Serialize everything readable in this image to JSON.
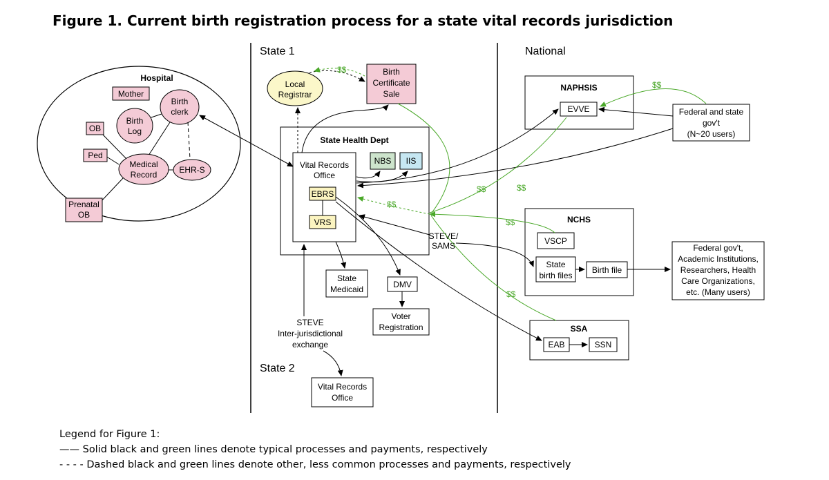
{
  "title": "Figure 1. Current birth registration process for a state vital records jurisdiction",
  "regions": {
    "state1": "State 1",
    "national": "National",
    "state2": "State 2"
  },
  "hospital": {
    "title": "Hospital",
    "mother": "Mother",
    "birth_clerk": [
      "Birth",
      "clerk"
    ],
    "birth_log": [
      "Birth",
      "Log"
    ],
    "ob": "OB",
    "ped": "Ped",
    "medical_record": [
      "Medical",
      "Record"
    ],
    "ehr_s": "EHR-S",
    "prenatal_ob": [
      "Prenatal",
      "OB"
    ]
  },
  "state1": {
    "local_registrar": [
      "Local",
      "Registrar"
    ],
    "birth_certificate_sale": [
      "Birth",
      "Certificate",
      "Sale"
    ],
    "state_health_dept": "State Health Dept",
    "vital_records_office": [
      "Vital Records",
      "Office"
    ],
    "nbs": "NBS",
    "iis": "IIS",
    "ebrs": "EBRS",
    "vrs": "VRS",
    "state_medicaid": [
      "State",
      "Medicaid"
    ],
    "dmv": "DMV",
    "voter_registration": [
      "Voter",
      "Registration"
    ],
    "steve_sams": [
      "STEVE/",
      "SAMS"
    ],
    "steve_exchange": [
      "STEVE",
      "Inter-jurisdictional",
      "exchange"
    ]
  },
  "state2": {
    "vital_records_office": [
      "Vital Records",
      "Office"
    ]
  },
  "national": {
    "naphsis": "NAPHSIS",
    "evve": "EVVE",
    "federal_state_govt": [
      "Federal and state",
      "gov't",
      "(N~20 users)"
    ],
    "nchs": "NCHS",
    "vscp": "VSCP",
    "state_birth_files": [
      "State",
      "birth files"
    ],
    "birth_file": "Birth file",
    "federal_govt_users": [
      "Federal gov't,",
      "Academic Institutions,",
      "Researchers, Health",
      "Care Organizations,",
      "etc. (Many users)"
    ],
    "ssa": "SSA",
    "eab": "EAB",
    "ssn": "SSN"
  },
  "payment_label": "$$",
  "colors": {
    "pink": "#f4cbd6",
    "yellow_light": "#fbf7c9",
    "yellow": "#fbf4c0",
    "green_box": "#cde4cc",
    "blue_box": "#c6e7f2",
    "green_line": "#4aa829"
  },
  "legend": {
    "heading": "Legend for Figure 1:",
    "solid": "—— Solid black and green lines denote typical processes and payments, respectively",
    "dashed": "- - - - Dashed black and green lines denote other, less common processes and payments, respectively"
  }
}
